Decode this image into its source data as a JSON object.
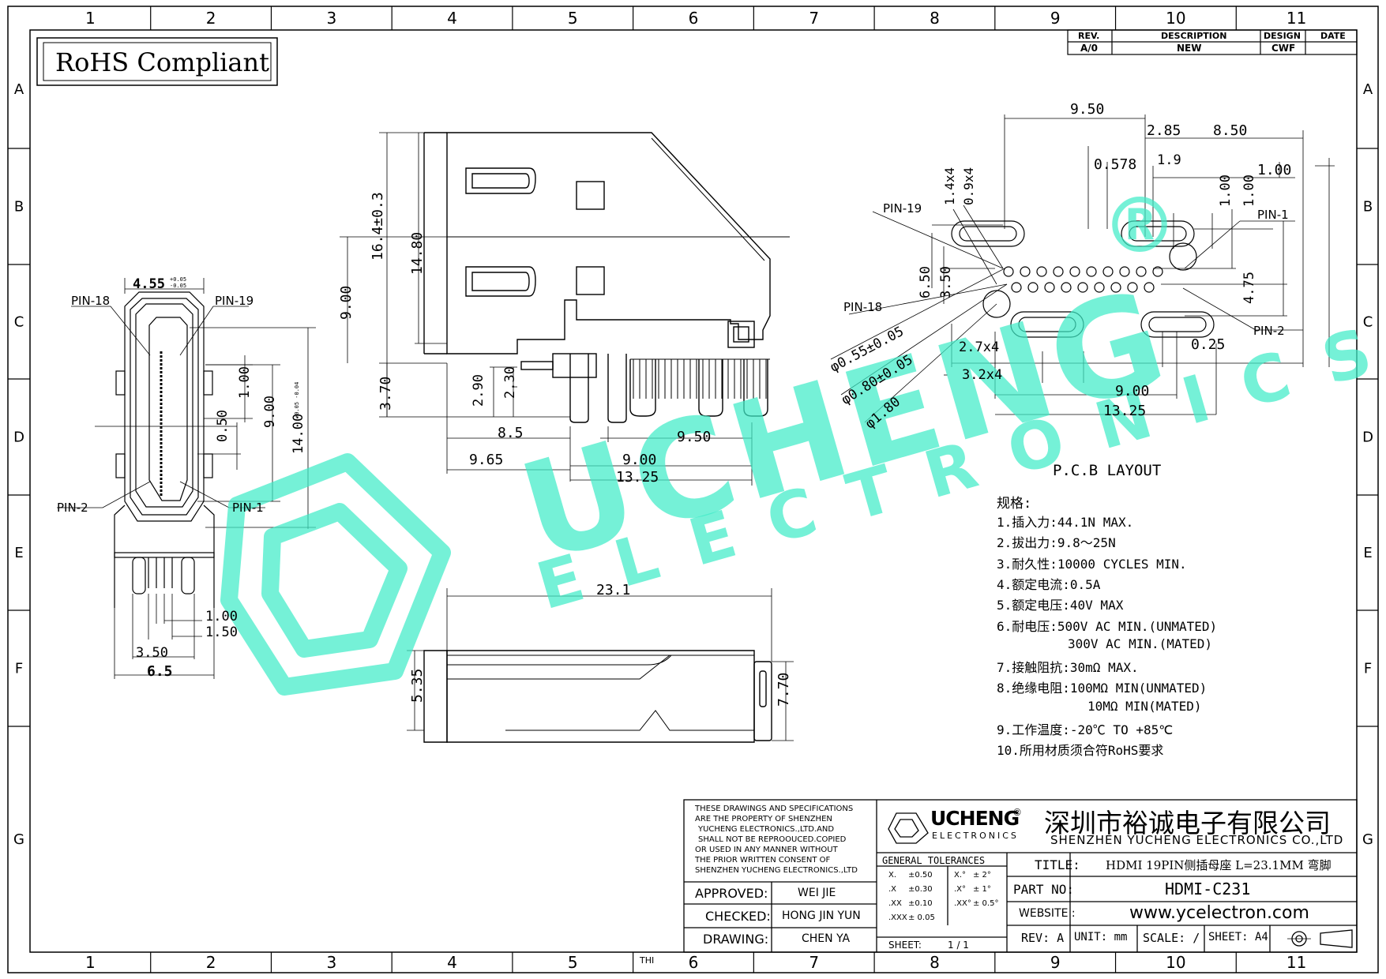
{
  "frame": {
    "col_labels": [
      "1",
      "2",
      "3",
      "4",
      "5",
      "6",
      "7",
      "8",
      "9",
      "10",
      "11"
    ],
    "row_labels": [
      "A",
      "B",
      "C",
      "D",
      "E",
      "F",
      "G"
    ],
    "bottom_mark": "THI"
  },
  "rohs": "RoHS Compliant",
  "revision_table": {
    "headers": [
      "REV.",
      "DESCRIPTION",
      "DESIGN",
      "DATE"
    ],
    "row": [
      "A/0",
      "NEW",
      "CWF",
      ""
    ]
  },
  "left_view": {
    "dims": [
      "4.55",
      "1.00",
      "0.50",
      "9.00",
      "14.00",
      "1.00",
      "1.50",
      "3.50",
      "6.5"
    ],
    "tol_top": "+0.05 -0.05",
    "tol_right": "+0.05 -0.04",
    "pins": [
      "PIN-18",
      "PIN-19",
      "PIN-2",
      "PIN-1"
    ]
  },
  "side_view": {
    "dims": [
      "16.4±0.3",
      "14.80",
      "9.00",
      "3.70",
      "2.90",
      "2.30",
      "8.5",
      "9.50",
      "9.65",
      "9.00",
      "13.25"
    ]
  },
  "bottom_view": {
    "dims": [
      "23.1",
      "5.35",
      "7.70"
    ]
  },
  "pcb": {
    "title": "P.C.B  LAYOUT",
    "dims": [
      "9.50",
      "2.85",
      "8.50",
      "0.578",
      "1.9",
      "1.00",
      "1.4x4",
      "0.9x4",
      "1.00",
      "1.00",
      "6.50",
      "3.50",
      "4.75",
      "0.25",
      "2.7x4",
      "3.2x4",
      "9.00",
      "13.25"
    ],
    "holes": [
      "φ0.55±0.05",
      "φ0.80±0.05",
      "φ1.80"
    ],
    "pins": [
      "PIN-19",
      "PIN-1",
      "PIN-18",
      "PIN-2"
    ]
  },
  "specs": {
    "heading": "规格:",
    "lines": [
      "1.插入力:44.1N MAX.",
      "2.拔出力:9.8～25N",
      "3.耐久性:10000 CYCLES MIN.",
      "4.额定电流:0.5A",
      "5.额定电压:40V MAX",
      "6.耐电压:500V AC MIN.(UNMATED)",
      "300V AC MIN.(MATED)",
      "7.接触阻抗:30mΩ MAX.",
      "8.绝缘电阻:100MΩ MIN(UNMATED)",
      "10MΩ MIN(MATED)",
      "9.工作温度:-20℃ TO +85℃",
      "10.所用材质须合符RoHS要求"
    ]
  },
  "title_block": {
    "notice": [
      "THESE DRAWINGS AND SPECIFICATIONS",
      "ARE THE PROPERTY OF SHENZHEN",
      "YUCHENG ELECTRONICS.,LTD.AND",
      "SHALL NOT BE REPROOUCED.COPIED",
      "OR USED IN ANY MANNER WITHOUT",
      "THE PRIOR WRITTEN CONSENT OF",
      "SHENZHEN YUCHENG ELECTRONICS.,LTD"
    ],
    "logo_main": "UCHENG",
    "logo_sub": "ELECTRONICS",
    "logo_reg": "®",
    "company_cn": "深圳市裕诚电子有限公司",
    "company_en": "SHENZHEN YUCHENG ELECTRONICS CO.,LTD",
    "approved_label": "APPROVED:",
    "approved": "WEI JIE",
    "checked_label": "CHECKED:",
    "checked": "HONG JIN YUN",
    "drawing_label": "DRAWING:",
    "drawing": "CHEN YA",
    "tol_title": "GENERAL TOLERANCES",
    "tol": [
      [
        "X.",
        "±0.50",
        "X.°",
        "± 2°"
      ],
      [
        ".X",
        "±0.30",
        ".X°",
        "± 1°"
      ],
      [
        ".XX",
        "±0.10",
        ".XX°",
        "± 0.5°"
      ],
      [
        ".XXX",
        "± 0.05",
        "",
        ""
      ]
    ],
    "sheet_label": "SHEET:",
    "sheet": "1 / 1",
    "title_label": "TITLE:",
    "title": "HDMI 19PIN侧插母座 L=23.1MM 弯脚",
    "part_label": "PART NO:",
    "part": "HDMI-C231",
    "website_label": "WEBSITE :",
    "website": "www.ycelectron.com",
    "rev": "REV: A",
    "unit": "UNIT: mm",
    "scale": "SCALE: /",
    "sheetsize": "SHEET: A4"
  },
  "watermark": {
    "main": "UCHENG",
    "sub": "ELECTRONICS",
    "reg": "®",
    "color": "#40ebc8"
  }
}
